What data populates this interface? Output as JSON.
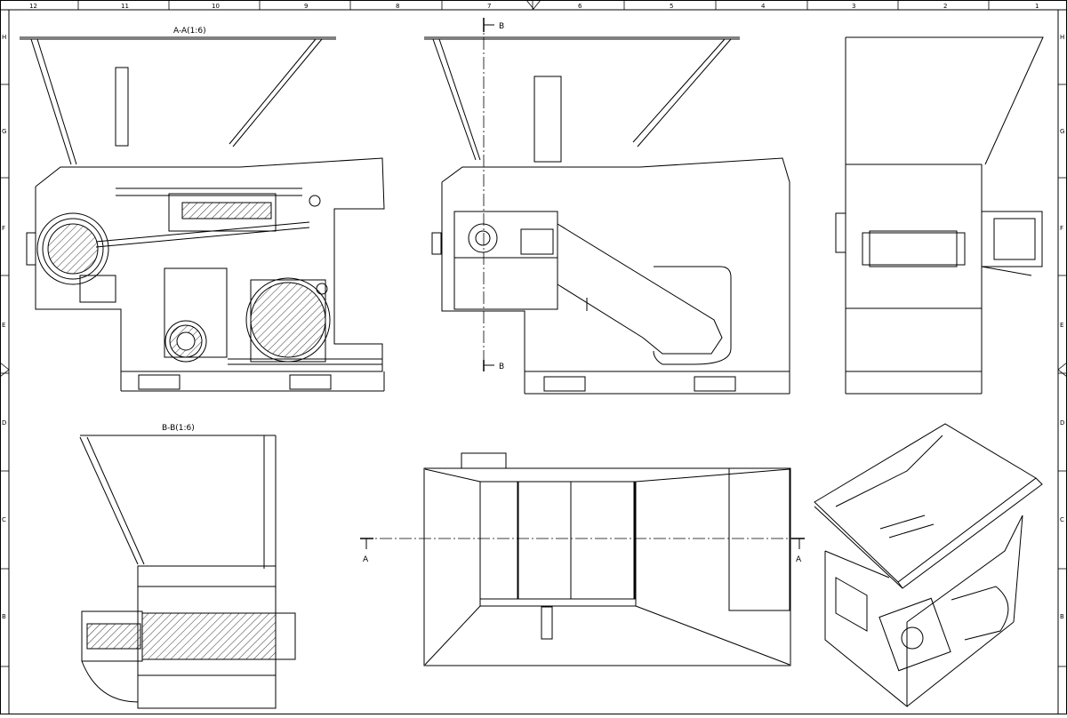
{
  "drawing": {
    "column_numbers": [
      "12",
      "11",
      "10",
      "9",
      "8",
      "7",
      "6",
      "5",
      "4",
      "3",
      "2",
      "1"
    ],
    "row_letters": [
      "H",
      "G",
      "F",
      "E",
      "D",
      "C",
      "B"
    ],
    "views": {
      "section_aa": {
        "title": "A-A(1:6)"
      },
      "section_bb": {
        "title": "B-B(1:6)"
      }
    },
    "section_marks": {
      "b_top": "B",
      "b_bottom": "B",
      "a_left": "A",
      "a_right": "A"
    },
    "colors": {
      "line": "#000000",
      "background": "#ffffff"
    }
  }
}
